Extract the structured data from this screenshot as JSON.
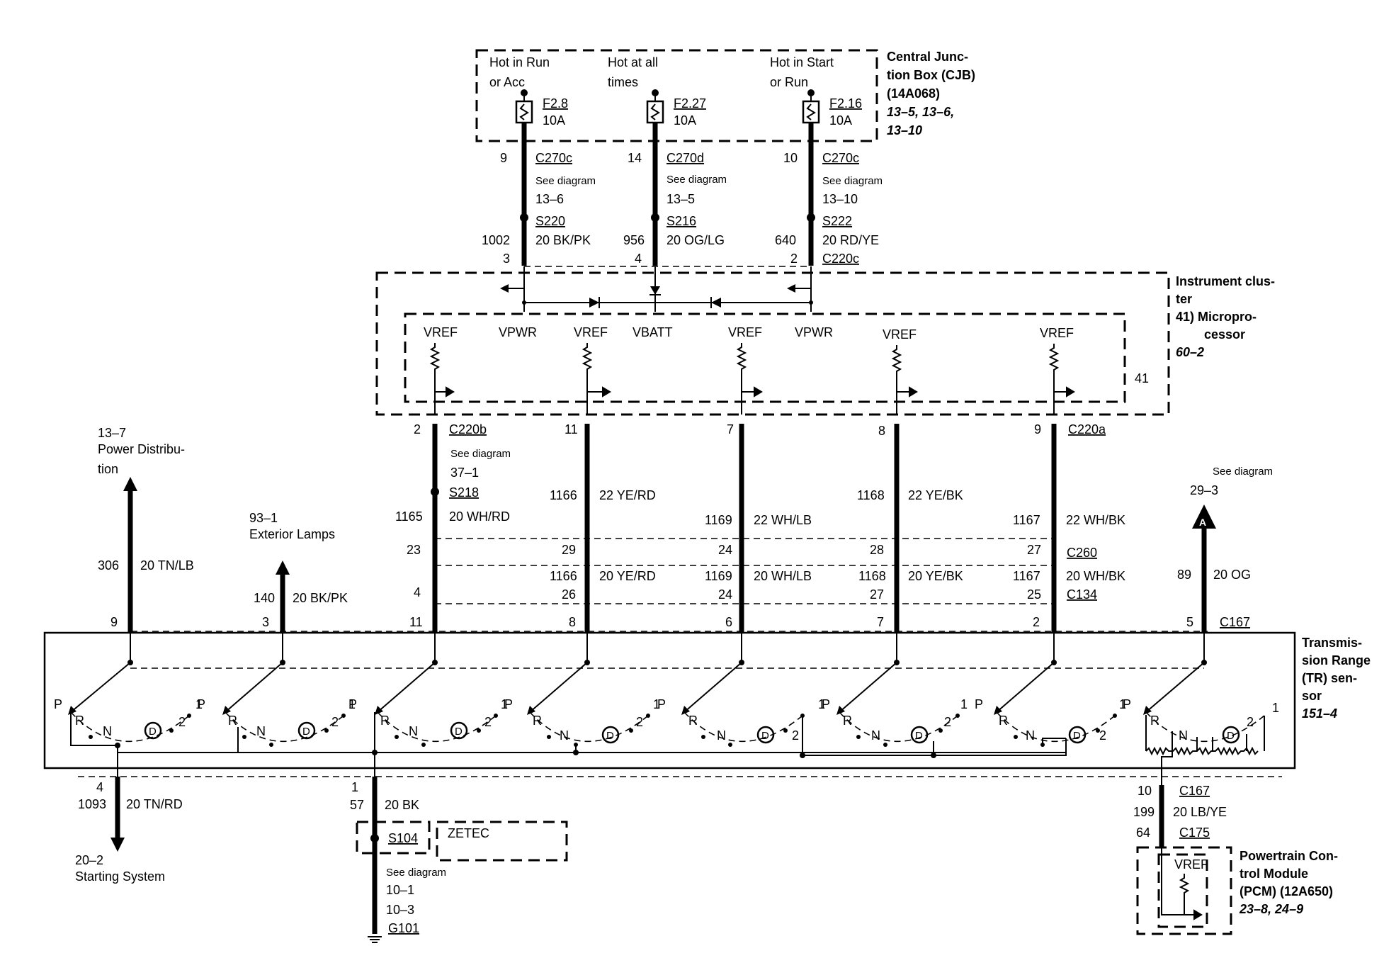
{
  "cjb": {
    "label": [
      "Central Junc-",
      "tion Box (CJB)",
      "(14A068)"
    ],
    "refs": [
      "13–5, 13–6,",
      "13–10"
    ],
    "feeds": [
      {
        "hot": [
          "Hot in Run",
          "or Acc"
        ],
        "fuse": "F2.8",
        "amp": "10A"
      },
      {
        "hot": [
          "Hot at all",
          "times"
        ],
        "fuse": "F2.27",
        "amp": "10A"
      },
      {
        "hot": [
          "Hot in Start",
          "or Run"
        ],
        "fuse": "F2.16",
        "amp": "10A"
      }
    ]
  },
  "upper_wires": [
    {
      "pin_top": "9",
      "conn": "C270c",
      "see": "See diagram",
      "ref": "13–6",
      "splice": "S220",
      "circuit": "1002",
      "wire": "20 BK/PK",
      "pin_bot": "3"
    },
    {
      "pin_top": "14",
      "conn": "C270d",
      "see": "See diagram",
      "ref": "13–5",
      "splice": "S216",
      "circuit": "956",
      "wire": "20 OG/LG",
      "pin_bot": "4"
    },
    {
      "pin_top": "10",
      "conn": "C270c",
      "see": "See diagram",
      "ref": "13–10",
      "splice": "S222",
      "circuit": "640",
      "wire": "20 RD/YE",
      "pin_bot": "2",
      "conn_bot": "C220c"
    }
  ],
  "cluster": {
    "label": [
      "Instrument clus-",
      "ter",
      "41) Micropro-",
      "cessor"
    ],
    "ref": "60–2",
    "module_num": "41",
    "signals": [
      "VREF",
      "VPWR",
      "VREF",
      "VBATT",
      "VREF",
      "VPWR",
      "VREF",
      "VREF"
    ]
  },
  "sensor_wires": [
    {
      "pin_top": "2",
      "conn": "C220b",
      "see": "See diagram",
      "ref": "37–1",
      "splice": "S218",
      "circuit": "1165",
      "wire": "20 WH/RD",
      "c260": "23",
      "c134": "4",
      "c167": "11"
    },
    {
      "pin_top": "11",
      "circuit": "1166",
      "wire": "22 YE/RD",
      "c260": "29",
      "circuit2": "1166",
      "wire2": "20 YE/RD",
      "c134": "26",
      "c167": "8"
    },
    {
      "pin_top": "7",
      "circuit": "1169",
      "wire": "22 WH/LB",
      "c260": "24",
      "circuit2": "1169",
      "wire2": "20 WH/LB",
      "c134": "24",
      "c167": "6"
    },
    {
      "pin_top": "8",
      "circuit": "1168",
      "wire": "22 YE/BK",
      "c260": "28",
      "circuit2": "1168",
      "wire2": "20 YE/BK",
      "c134": "27",
      "c167": "7"
    },
    {
      "pin_top": "9",
      "conn": "C220a",
      "circuit": "1167",
      "wire": "22 WH/BK",
      "c260": "27",
      "circuit2": "1167",
      "wire2": "20 WH/BK",
      "c134": "25",
      "c167": "2"
    }
  ],
  "connectors": {
    "c260": "C260",
    "c134": "C134",
    "c167": "C167"
  },
  "left_outputs": [
    {
      "ref": "13–7",
      "name": [
        "Power Distribu-",
        "tion"
      ],
      "circuit": "306",
      "wire": "20 TN/LB",
      "pin": "9"
    },
    {
      "ref": "93–1",
      "name": [
        "Exterior Lamps"
      ],
      "circuit": "140",
      "wire": "20 BK/PK",
      "pin": "3"
    }
  ],
  "right_output": {
    "see": "See diagram",
    "ref": "29–3",
    "marker": "A",
    "circuit": "89",
    "wire": "20 OG",
    "pin": "5"
  },
  "tr_sensor": {
    "label": [
      "Transmis-",
      "sion Range",
      "(TR) sen-",
      "sor"
    ],
    "ref": "151–4"
  },
  "switch_labels": {
    "p": "P",
    "r": "R",
    "n": "N",
    "d": "D",
    "two": "2",
    "one": "1"
  },
  "starting": {
    "pin": "4",
    "circuit": "1093",
    "wire": "20 TN/RD",
    "ref": "20–2",
    "name": "Starting System"
  },
  "ground": {
    "pin": "1",
    "circuit": "57",
    "wire": "20 BK",
    "splice": "S104",
    "engine": "ZETEC",
    "see": "See diagram",
    "refs": [
      "10–1",
      "10–3"
    ],
    "ground_pt": "G101"
  },
  "pcm_wire": {
    "pin": "10",
    "conn": "C167",
    "circuit": "199",
    "wire": "20 LB/YE",
    "pin2": "64",
    "conn2": "C175"
  },
  "pcm": {
    "label": [
      "Powertrain Con-",
      "trol Module",
      "(PCM) (12A650)"
    ],
    "refs": "23–8, 24–9",
    "signal": "VREF"
  }
}
